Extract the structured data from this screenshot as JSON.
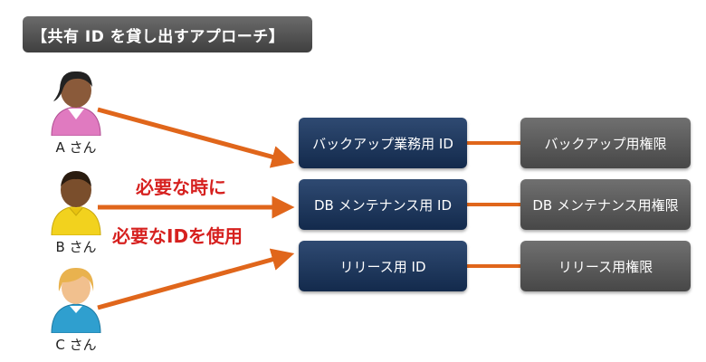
{
  "title": "【共有 ID を貸し出すアプローチ】",
  "users": [
    {
      "label": "A さん",
      "icon": "person-a-icon",
      "shirt": "#e07ac0",
      "skin": "#8a5a3a",
      "hair": "#222222"
    },
    {
      "label": "B さん",
      "icon": "person-b-icon",
      "shirt": "#f2d21e",
      "skin": "#7a4e2c",
      "hair": "#2a1c10"
    },
    {
      "label": "C さん",
      "icon": "person-c-icon",
      "shirt": "#2f9fcf",
      "skin": "#f1c08e",
      "hair": "#e9b24e"
    }
  ],
  "callout": {
    "line1": "必要な時に",
    "line2": "必要なIDを使用"
  },
  "ids": [
    {
      "label": "バックアップ業務用 ID"
    },
    {
      "label": "DB メンテナンス用 ID"
    },
    {
      "label": "リリース用 ID"
    }
  ],
  "permissions": [
    {
      "label": "バックアップ用権限"
    },
    {
      "label": "DB メンテナンス用権限"
    },
    {
      "label": "リリース用権限"
    }
  ],
  "colors": {
    "arrow": "#e0661b",
    "callout": "#d6211f",
    "id_box": "#1d3760",
    "perm_box": "#555555"
  }
}
